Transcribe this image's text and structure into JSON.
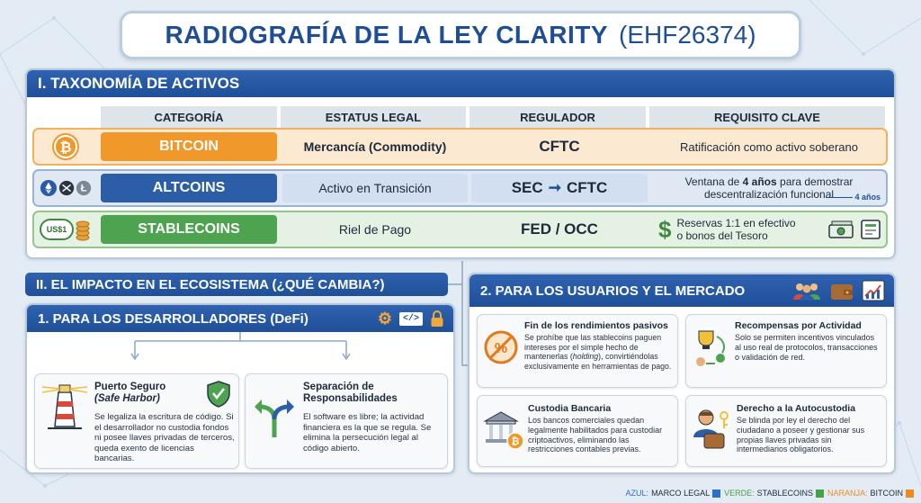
{
  "title": {
    "main": "RADIOGRAFÍA DE LA LEY CLARITY",
    "code": "(EHF26374)"
  },
  "section1": {
    "heading": "I. TAXONOMÍA DE ACTIVOS",
    "columns": [
      "CATEGORÍA",
      "ESTATUS LEGAL",
      "REGULADOR",
      "REQUISITO CLAVE"
    ],
    "rows": [
      {
        "name": "BITCOIN",
        "status": "Mercancía (Commodity)",
        "regulator": "CFTC",
        "requirement": "Ratificación como activo soberano"
      },
      {
        "name": "ALTCOINS",
        "status": "Activo en Transición",
        "regulator_from": "SEC",
        "regulator_to": "CFTC",
        "requirement_line1": "Ventana de",
        "requirement_bold": "4 años",
        "requirement_line1b": "para demostrar",
        "requirement_line2": "descentralización funcional",
        "timeline_label": "4 años"
      },
      {
        "name": "STABLECOINS",
        "status": "Riel de Pago",
        "regulator": "FED / OCC",
        "requirement_line1": "Reservas 1:1 en efectivo",
        "requirement_line2": "o bonos del Tesoro",
        "coin_label": "US$1"
      }
    ]
  },
  "section2": {
    "heading": "II. EL IMPACTO EN EL ECOSISTEMA (¿QUÉ CAMBIA?)",
    "developers": {
      "heading": "1. PARA LOS DESARROLLADORES (DeFi)",
      "code_icon_label": "</>",
      "cards": [
        {
          "title1": "Puerto Seguro",
          "title2": "(Safe Harbor)",
          "body": "Se legaliza la escritura de código. Si el desarrollador no custodia fondos ni posee llaves privadas de terceros, queda exento de licencias bancarias."
        },
        {
          "title1": "Separación de",
          "title2": "Responsabilidades",
          "body": "El software es libre; la actividad financiera es la que se regula. Se elimina la persecución legal al código abierto."
        }
      ]
    },
    "users": {
      "heading": "2. PARA LOS USUARIOS Y EL MERCADO",
      "cards": [
        {
          "title": "Fin de los rendimientos pasivos",
          "body_a": "Se prohíbe que las stablecoins paguen intereses por el simple hecho de mantenerlas (",
          "body_em": "holding",
          "body_b": "), convirtiéndolas exclusivamente en herramientas de pago."
        },
        {
          "title": "Recompensas por Actividad",
          "body": "Solo se permiten incentivos vinculados al uso real de protocolos, transacciones o validación de red."
        },
        {
          "title": "Custodia Bancaria",
          "body": "Los bancos comerciales quedan legalmente habilitados para custodiar criptoactivos, eliminando las restricciones contables previas."
        },
        {
          "title": "Derecho a la Autocustodia",
          "body": "Se blinda por ley el derecho del ciudadano a poseer y gestionar sus propias llaves privadas sin intermediarios obligatorios."
        }
      ]
    }
  },
  "legend": [
    {
      "key": "AZUL:",
      "label": "MARCO LEGAL",
      "color": "#2f6fc9"
    },
    {
      "key": "VERDE:",
      "label": "STABLECOINS",
      "color": "#45a347"
    },
    {
      "key": "NARANJA:",
      "label": "BITCOIN",
      "color": "#f08a1c"
    }
  ],
  "colors": {
    "blue": "#1f4f98",
    "orange": "#f0982a",
    "green": "#4da34f",
    "bg": "#e3ebf4"
  }
}
